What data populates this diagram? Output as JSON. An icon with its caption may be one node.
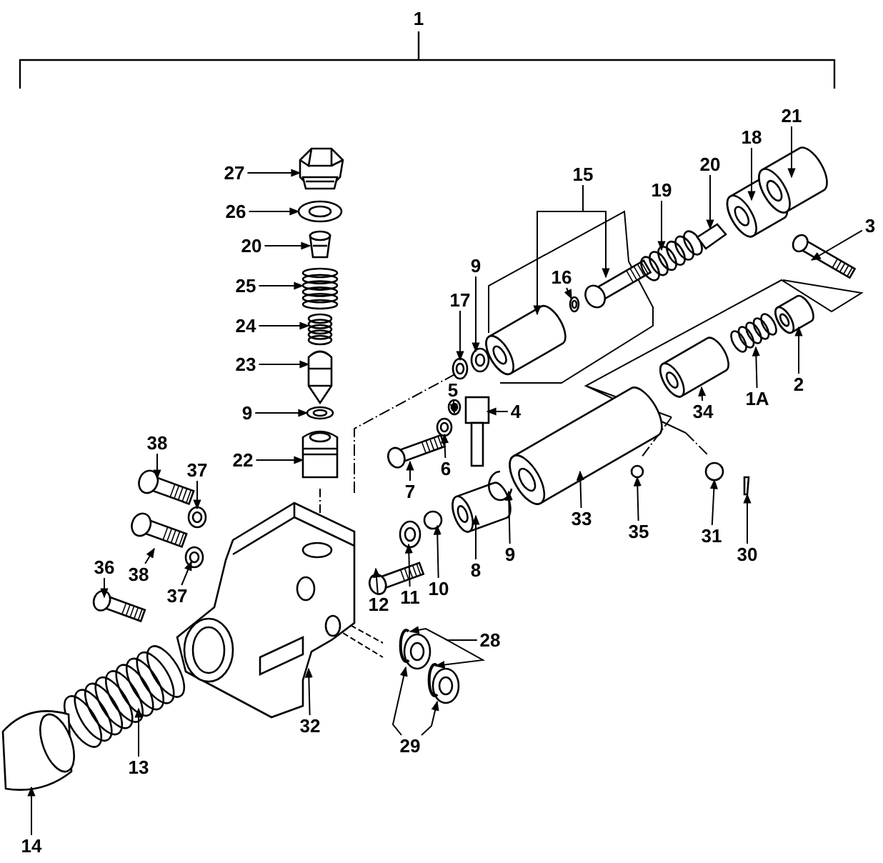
{
  "diagram": {
    "nodes": [
      {
        "text": [
          "27"
        ]
      },
      {
        "text": [
          "26"
        ]
      },
      {
        "text": [
          "20"
        ]
      },
      {
        "text": [
          "25"
        ]
      },
      {
        "text": [
          "24"
        ]
      },
      {
        "text": [
          "23"
        ]
      },
      {
        "text": [
          "9"
        ]
      },
      {
        "text": [
          "22"
        ]
      },
      {
        "text": [
          "38"
        ]
      },
      {
        "text": [
          "37"
        ]
      },
      {
        "text": [
          "38"
        ]
      },
      {
        "text": [
          "37"
        ]
      },
      {
        "text": [
          "36"
        ]
      },
      {
        "text": [
          "13"
        ]
      },
      {
        "text": [
          "14"
        ]
      },
      {
        "text": [
          "32"
        ]
      },
      {
        "text": [
          "29"
        ]
      },
      {
        "text": [
          "28"
        ]
      },
      {
        "text": [
          "12"
        ]
      },
      {
        "text": [
          "11"
        ]
      },
      {
        "text": [
          "10"
        ]
      },
      {
        "text": [
          "8"
        ]
      },
      {
        "text": [
          "9"
        ]
      },
      {
        "text": [
          "7"
        ]
      },
      {
        "text": [
          "6"
        ]
      },
      {
        "text": [
          "5"
        ]
      },
      {
        "text": [
          "4"
        ]
      },
      {
        "text": [
          "17"
        ]
      },
      {
        "text": [
          "9"
        ]
      },
      {
        "text": [
          "15"
        ]
      },
      {
        "text": [
          "16"
        ]
      },
      {
        "text": [
          "19"
        ]
      },
      {
        "text": [
          "20"
        ]
      },
      {
        "text": [
          "18"
        ]
      },
      {
        "text": [
          "21"
        ]
      },
      {
        "text": [
          "3"
        ]
      },
      {
        "text": [
          "2"
        ]
      },
      {
        "text": [
          "1A"
        ]
      },
      {
        "text": [
          "34"
        ]
      },
      {
        "text": [
          "33"
        ]
      },
      {
        "text": [
          "35"
        ]
      },
      {
        "text": [
          "31"
        ]
      },
      {
        "text": [
          "30"
        ]
      },
      {
        "text": [],
        "shape": "picture"
      },
      {
        "text": [],
        "shape": "picture"
      },
      {
        "text": [],
        "shape": "picture"
      },
      {
        "text": [],
        "shape": "picture"
      },
      {
        "text": [],
        "shape": "picture"
      },
      {
        "text": [],
        "shape": "picture"
      },
      {
        "text": [],
        "shape": "picture"
      },
      {
        "text": [],
        "shape": "picture"
      },
      {
        "text": [],
        "shape": "picture"
      },
      {
        "text": [],
        "shape": "picture"
      },
      {
        "text": [],
        "shape": "picture"
      },
      {
        "text": [],
        "shape": "picture"
      },
      {
        "text": [],
        "shape": "picture"
      },
      {
        "text": [],
        "shape": "picture"
      },
      {
        "text": [],
        "shape": "picture"
      },
      {
        "text": [],
        "shape": "picture"
      },
      {
        "text": [],
        "shape": "picture"
      },
      {
        "text": [],
        "shape": "picture"
      },
      {
        "text": [],
        "shape": "picture"
      },
      {
        "text": [],
        "shape": "picture"
      },
      {
        "text": [],
        "shape": "picture"
      },
      {
        "text": [],
        "shape": "picture"
      },
      {
        "text": [],
        "shape": "circle"
      },
      {
        "text": [],
        "shape": "picture"
      },
      {
        "text": [],
        "shape": "picture"
      },
      {
        "text": [],
        "shape": "picture"
      },
      {
        "text": [],
        "shape": "picture"
      },
      {
        "text": [],
        "shape": "picture"
      },
      {
        "text": [],
        "shape": "picture"
      },
      {
        "text": [],
        "shape": "picture"
      },
      {
        "text": [],
        "shape": "picture"
      },
      {
        "text": [],
        "shape": "picture"
      },
      {
        "text": [],
        "shape": "picture"
      },
      {
        "text": [],
        "shape": "picture"
      },
      {
        "text": [],
        "shape": "picture"
      },
      {
        "text": [],
        "shape": "picture"
      },
      {
        "text": [],
        "shape": "picture"
      },
      {
        "text": [],
        "shape": "picture"
      },
      {
        "text": [],
        "shape": "picture"
      },
      {
        "text": [],
        "shape": "picture"
      },
      {
        "text": [],
        "shape": "picture"
      },
      {
        "text": [],
        "shape": "picture"
      },
      {
        "text": [],
        "shape": "picture"
      },
      {
        "text": [],
        "shape": "circle"
      },
      {
        "text": [],
        "shape": "circle"
      },
      {
        "text": [],
        "shape": "picture"
      }
    ],
    "edges": [
      {
        "from": 0,
        "to": 43,
        "arrow": "to"
      },
      {
        "from": 1,
        "to": 44,
        "arrow": "to"
      },
      {
        "from": 2,
        "to": 45,
        "arrow": "to"
      },
      {
        "from": 3,
        "to": 46,
        "arrow": "to"
      },
      {
        "from": 4,
        "to": 47,
        "arrow": "to"
      },
      {
        "from": 5,
        "to": 48,
        "arrow": "to"
      },
      {
        "from": 6,
        "to": 49,
        "arrow": "to"
      },
      {
        "from": 7,
        "to": 50,
        "arrow": "to"
      },
      {
        "from": 8,
        "to": 51,
        "arrow": "to"
      },
      {
        "from": 9,
        "to": 52,
        "arrow": "to"
      },
      {
        "from": 10,
        "to": 53,
        "arrow": "to"
      },
      {
        "from": 11,
        "to": 54,
        "arrow": "to"
      },
      {
        "from": 12,
        "to": 55,
        "arrow": "to"
      },
      {
        "from": 13,
        "to": 56,
        "arrow": "to"
      },
      {
        "from": 14,
        "to": 57,
        "arrow": "to"
      },
      {
        "from": 15,
        "to": 58,
        "arrow": "to"
      },
      {
        "from": 16,
        "to": 59,
        "arrow": "to"
      },
      {
        "from": 16,
        "to": 60,
        "arrow": "to"
      },
      {
        "from": 17,
        "to": 61,
        "arrow": "to"
      },
      {
        "from": 17,
        "to": 62,
        "arrow": "to"
      },
      {
        "from": 18,
        "to": 63,
        "arrow": "to"
      },
      {
        "from": 19,
        "to": 64,
        "arrow": "to"
      },
      {
        "from": 20,
        "to": 65,
        "arrow": "to"
      },
      {
        "from": 21,
        "to": 66,
        "arrow": "to"
      },
      {
        "from": 22,
        "to": 67,
        "arrow": "to"
      },
      {
        "from": 23,
        "to": 68,
        "arrow": "to"
      },
      {
        "from": 24,
        "to": 69,
        "arrow": "to"
      },
      {
        "from": 25,
        "to": 70,
        "arrow": "to"
      },
      {
        "from": 26,
        "to": 71,
        "arrow": "to"
      },
      {
        "from": 27,
        "to": 72,
        "arrow": "to"
      },
      {
        "from": 28,
        "to": 73,
        "arrow": "to"
      },
      {
        "from": 29,
        "to": 74,
        "arrow": "to"
      },
      {
        "from": 29,
        "to": 75,
        "arrow": "to"
      },
      {
        "from": 30,
        "to": 76,
        "arrow": "to"
      },
      {
        "from": 31,
        "to": 77,
        "arrow": "to"
      },
      {
        "from": 32,
        "to": 78,
        "arrow": "to"
      },
      {
        "from": 33,
        "to": 79,
        "arrow": "to"
      },
      {
        "from": 34,
        "to": 80,
        "arrow": "to"
      },
      {
        "from": 35,
        "to": 81,
        "arrow": "to"
      },
      {
        "from": 36,
        "to": 82,
        "arrow": "to"
      },
      {
        "from": 37,
        "to": 83,
        "arrow": "to"
      },
      {
        "from": 38,
        "to": 84,
        "arrow": "to"
      },
      {
        "from": 39,
        "to": 85,
        "arrow": "to"
      },
      {
        "from": 40,
        "to": 86,
        "arrow": "to"
      },
      {
        "from": 41,
        "to": 87,
        "arrow": "to"
      },
      {
        "from": 42,
        "to": 88,
        "arrow": "to"
      }
    ],
    "labels": [
      "1"
    ]
  }
}
